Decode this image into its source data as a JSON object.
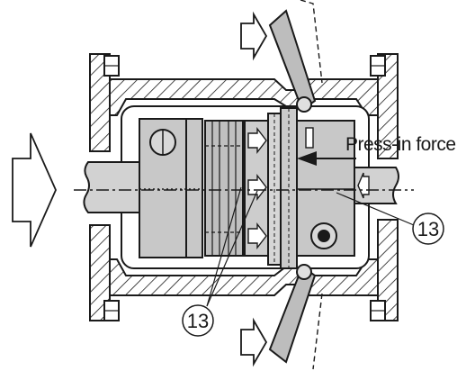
{
  "diagram": {
    "labels": {
      "press_in_force": "Press-in force",
      "callout_right": "13",
      "callout_bottom": "13"
    },
    "colors": {
      "ink": "#1a1a1a",
      "part_fill": "#c8c8c8",
      "tool_fill": "#bdbdbd",
      "background": "#ffffff"
    }
  }
}
